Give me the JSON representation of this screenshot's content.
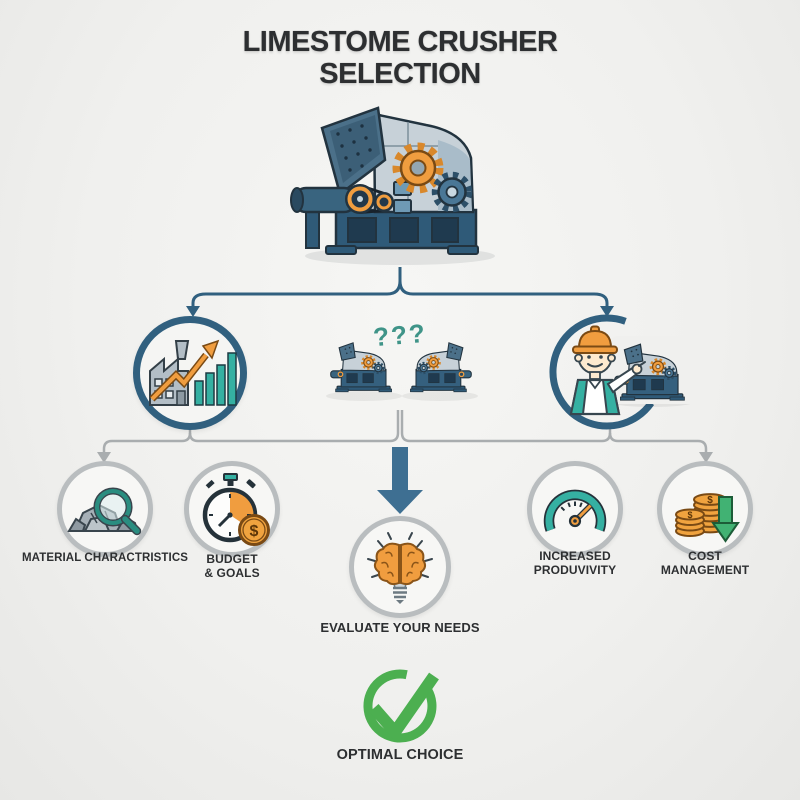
{
  "title": {
    "line1": "LIMESTOME CRUSHER",
    "line2": "SELECTION"
  },
  "decision": {
    "question_marks": "???"
  },
  "nodes": {
    "material": {
      "label": "MATERIAL CHARACTRISTICS"
    },
    "budget": {
      "label_lines": [
        "BUDGET",
        "& GOALS"
      ]
    },
    "evaluate": {
      "label": "EVALUATE YOUR NEEDS"
    },
    "productivity": {
      "label_lines": [
        "INCREASED",
        "PRODUVIVITY"
      ]
    },
    "cost": {
      "label_lines": [
        "COST",
        "MANAGEMENT"
      ]
    },
    "optimal": {
      "label": "OPTIMAL CHOICE"
    }
  },
  "icons": {
    "stopwatch_coin_symbol": "$",
    "coin_stack_symbol": "$",
    "front_coin_symbol": "$"
  },
  "colors": {
    "background": "#f0f0ee",
    "dark_blue": "#31607f",
    "steel_blue": "#3e6f92",
    "teal": "#35b0a2",
    "teal_dark": "#2a8d80",
    "orange": "#f09d3f",
    "orange_dark": "#7a4a14",
    "ring_gray": "#b9bdbf",
    "line_gray": "#a9adaf",
    "green": "#4caf50",
    "question": "#3f9488",
    "text": "#2d2f31"
  }
}
